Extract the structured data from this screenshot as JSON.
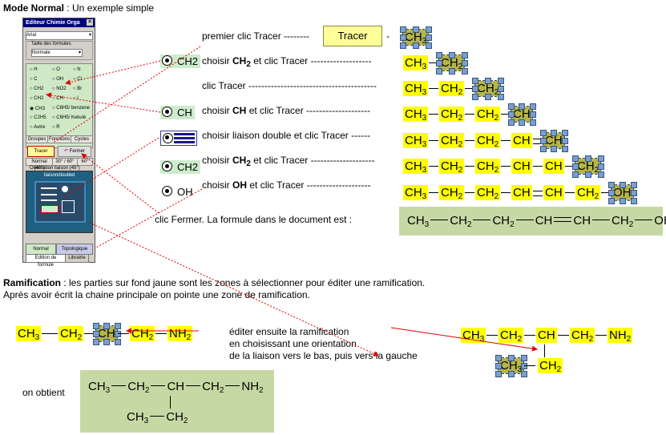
{
  "header": {
    "mode_bold": "Mode Normal",
    "mode_rest": " : Un exemple simple"
  },
  "editor": {
    "title": "Editeur Chimie Orga",
    "close": "×",
    "font_select": "Arial",
    "size_label": "Taille des formules",
    "size_select": "Normale",
    "radios": [
      "H",
      "O",
      "N",
      "C",
      "OH",
      "Cl",
      "CH2",
      "NO2",
      "Br",
      "CH2",
      "CH",
      "I",
      "CH3",
      "C6H5/ benzene",
      "C2H5",
      "C6H5/ Kekulé",
      "Autre",
      "R"
    ],
    "tabs": [
      "Groupes",
      "Fonctions",
      "Cycles"
    ],
    "tracer": "Tracer",
    "fermer": "Fermer",
    "angles": [
      "Normal (45°)",
      "30° / 60°",
      "60°"
    ],
    "orientation_label": "Orientation liaison (45°)",
    "liaison_label": "liaison/doublet",
    "mode_tabs": [
      "Normal",
      "Topologique"
    ],
    "bottom_tabs": [
      "Edition de formule",
      "Librairie"
    ]
  },
  "steps": [
    {
      "text": "premier clic Tracer --------"
    },
    {
      "icon": "CH2",
      "text_pre": "choisir ",
      "bold": "CH",
      "sub": "2",
      "text_post": " et clic Tracer -------------------"
    },
    {
      "text": "clic Tracer ----------------------------------------"
    },
    {
      "icon": "CH",
      "text_pre": "choisir ",
      "bold": "CH",
      "sub": "",
      "text_post": " et clic Tracer --------------------"
    },
    {
      "text": "choisir liaison double et clic Tracer ------"
    },
    {
      "icon": "CH2",
      "text_pre": "choisir ",
      "bold": "CH",
      "sub": "2",
      "text_post": " et clic Tracer --------------------"
    },
    {
      "icon": "OH",
      "text_pre": "choisir ",
      "bold": "OH",
      "sub": "",
      "text_post": " et clic Tracer --------------------"
    }
  ],
  "tracer_button": "Tracer",
  "dash_after_tracer": "-",
  "fermer_line": "clic Fermer. La formule dans le document est :",
  "frag": {
    "CH3": "CH",
    "CH2": "CH",
    "CH": "CH",
    "OH": "OH",
    "NH2": "NH",
    "s3": "3",
    "s2": "2"
  },
  "final_formula": {
    "p1": "CH",
    "s1": "3",
    "p2": "CH",
    "s2": "2",
    "p3": "CH",
    "s3": "2",
    "p4": "CH",
    "p5": "CH",
    "p6": "CH",
    "s6": "2",
    "p7": "OH"
  },
  "ramif": {
    "bold": "Ramification",
    "line1_rest": " : les parties sur fond jaune sont les zones à sélectionner pour éditer une ramification.",
    "line2": "Après avoir écrit la chaine principale on pointe une zone de ramification.",
    "desc1": "éditer ensuite la ramification",
    "desc2": "en choisissant une orientation",
    "desc3": "de la liaison vers le bas, puis vers la gauche",
    "obtain": "on obtient"
  },
  "colors": {
    "yellow": "#ffff00",
    "selected": "#b5b54a",
    "result_bg": "#c6d9a4",
    "arrow": "#e00000",
    "radio_bg": "#cdeccd"
  }
}
